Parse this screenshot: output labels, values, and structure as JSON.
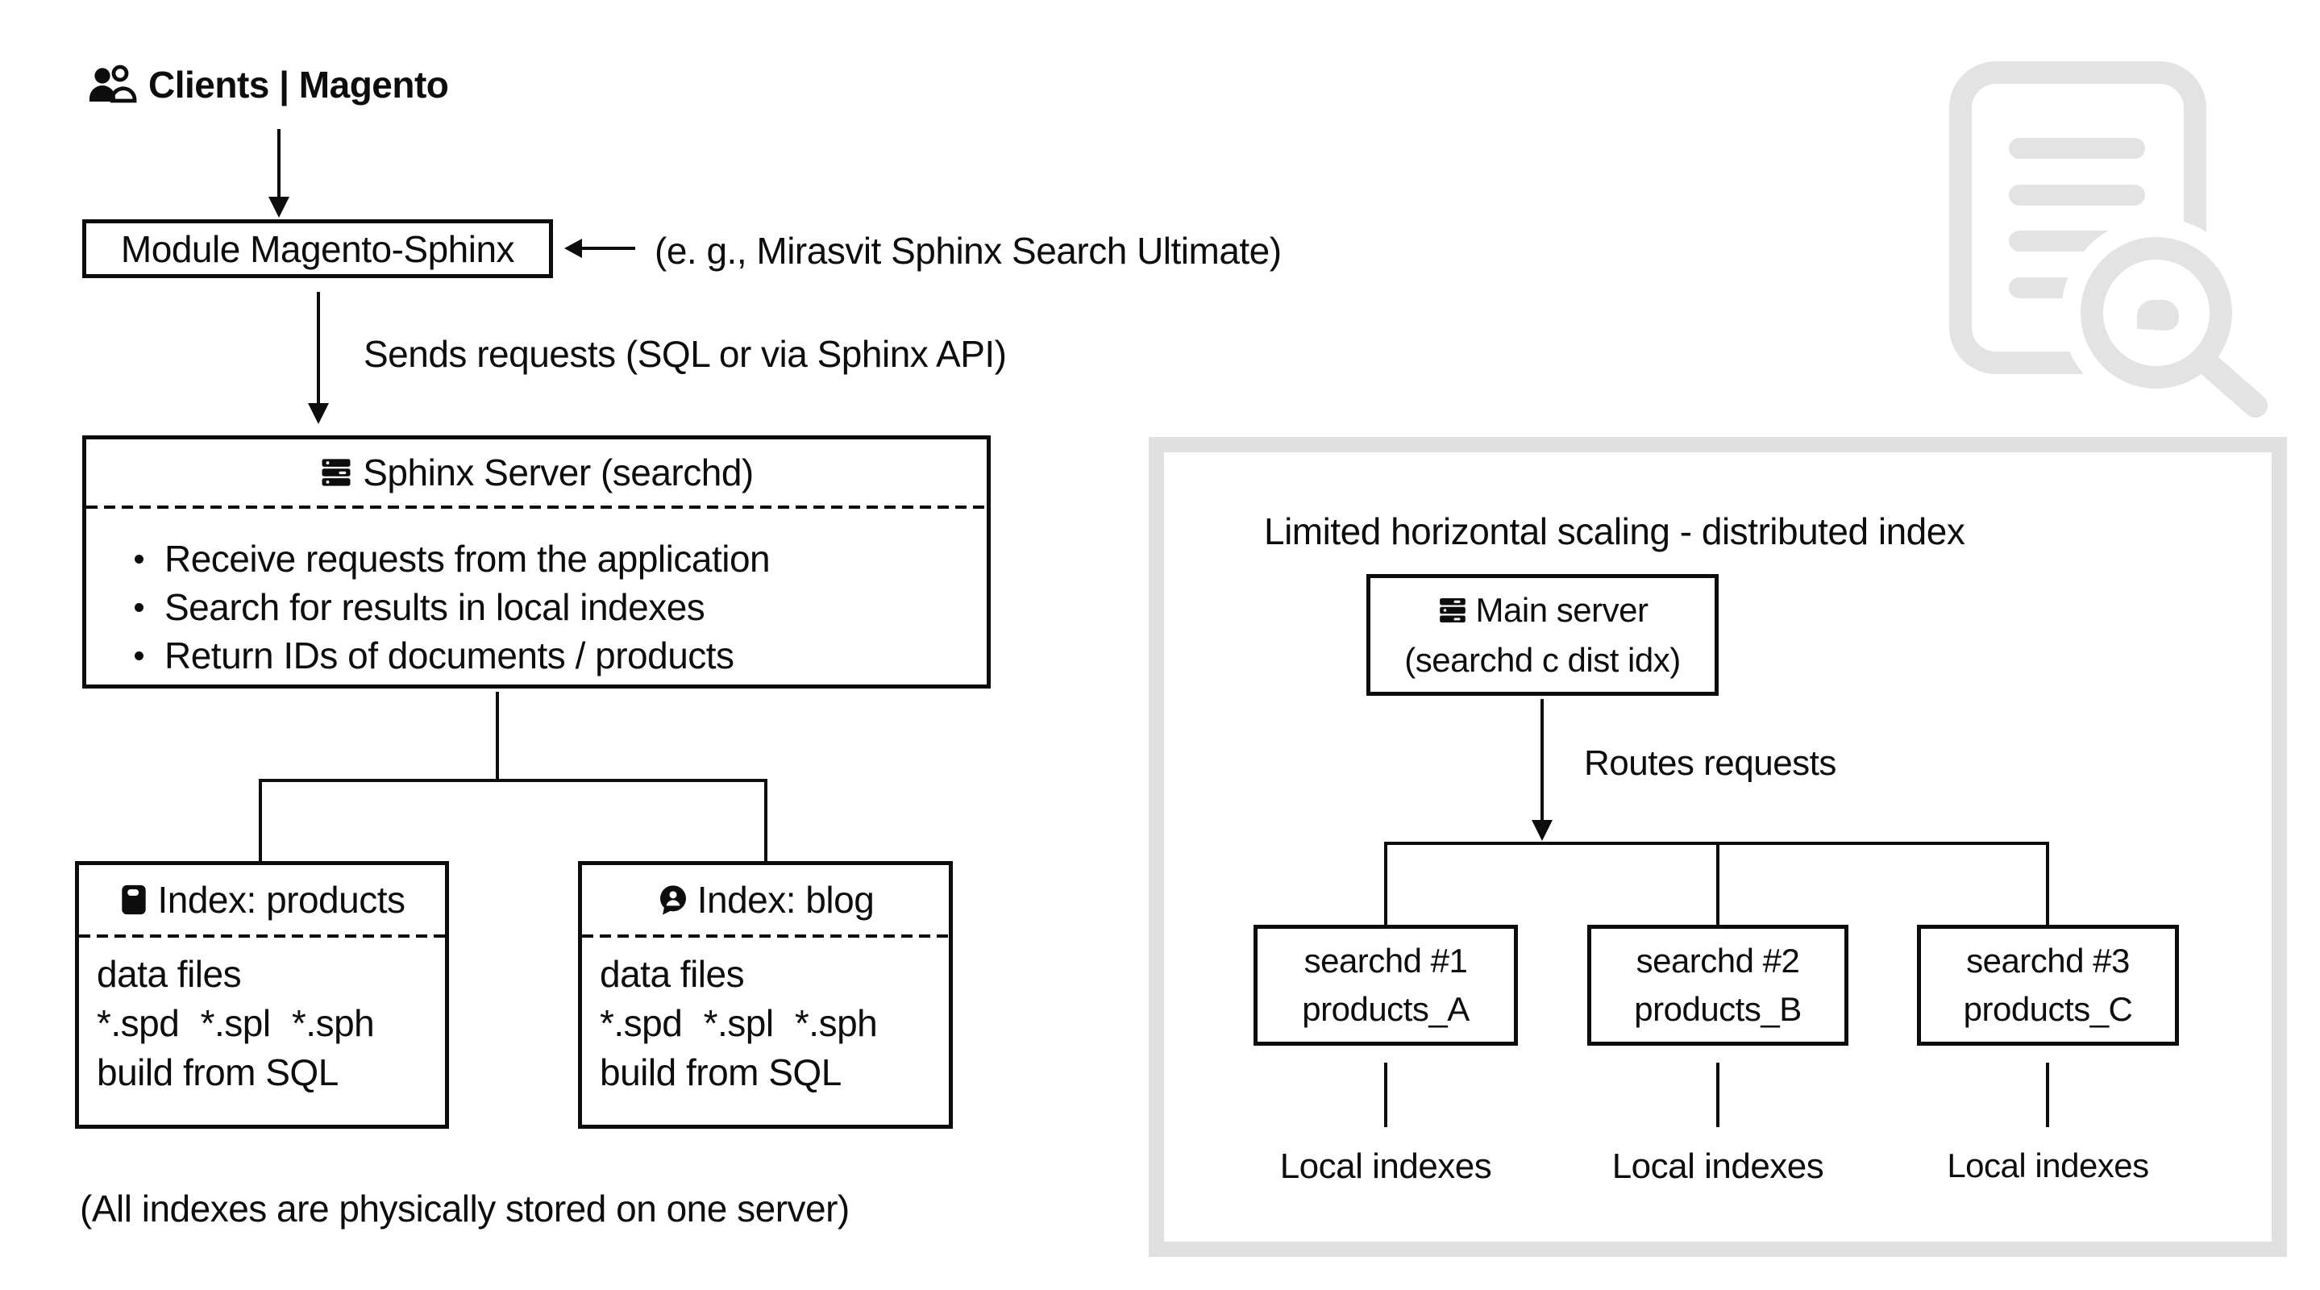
{
  "header": {
    "label": "Clients | Magento"
  },
  "module_box": {
    "label": "Module Magento-Sphinx",
    "annotation": "(e. g., Mirasvit Sphinx Search Ultimate)"
  },
  "flow": {
    "sends_requests_label": "Sends requests (SQL or via Sphinx API)"
  },
  "sphinx_server": {
    "title": "Sphinx Server (searchd)",
    "bullets": [
      "Receive requests from the application",
      "Search for results in local indexes",
      "Return IDs of documents / products"
    ]
  },
  "indexes": {
    "products": {
      "title": "Index: products",
      "files_label": "data files",
      "files": "*.spd *.spl *.sph",
      "build": "build from SQL"
    },
    "blog": {
      "title": "Index: blog",
      "files_label": "data files",
      "files": "*.spd *.spl *.sph",
      "build": "build from SQL"
    }
  },
  "caption": "(All indexes are physically stored on one server)",
  "distributed_panel": {
    "title": "Limited horizontal scaling - distributed index",
    "main_server": {
      "line1": "Main server",
      "line2": "(searchd c dist idx)"
    },
    "routes_label": "Routes requests",
    "nodes": [
      {
        "line1": "searchd #1",
        "line2": "products_A",
        "caption": "Local indexes"
      },
      {
        "line1": "searchd #2",
        "line2": "products_B",
        "caption": "Local indexes"
      },
      {
        "line1": "searchd #3",
        "line2": "products_C",
        "caption": "Local indexes"
      }
    ]
  }
}
